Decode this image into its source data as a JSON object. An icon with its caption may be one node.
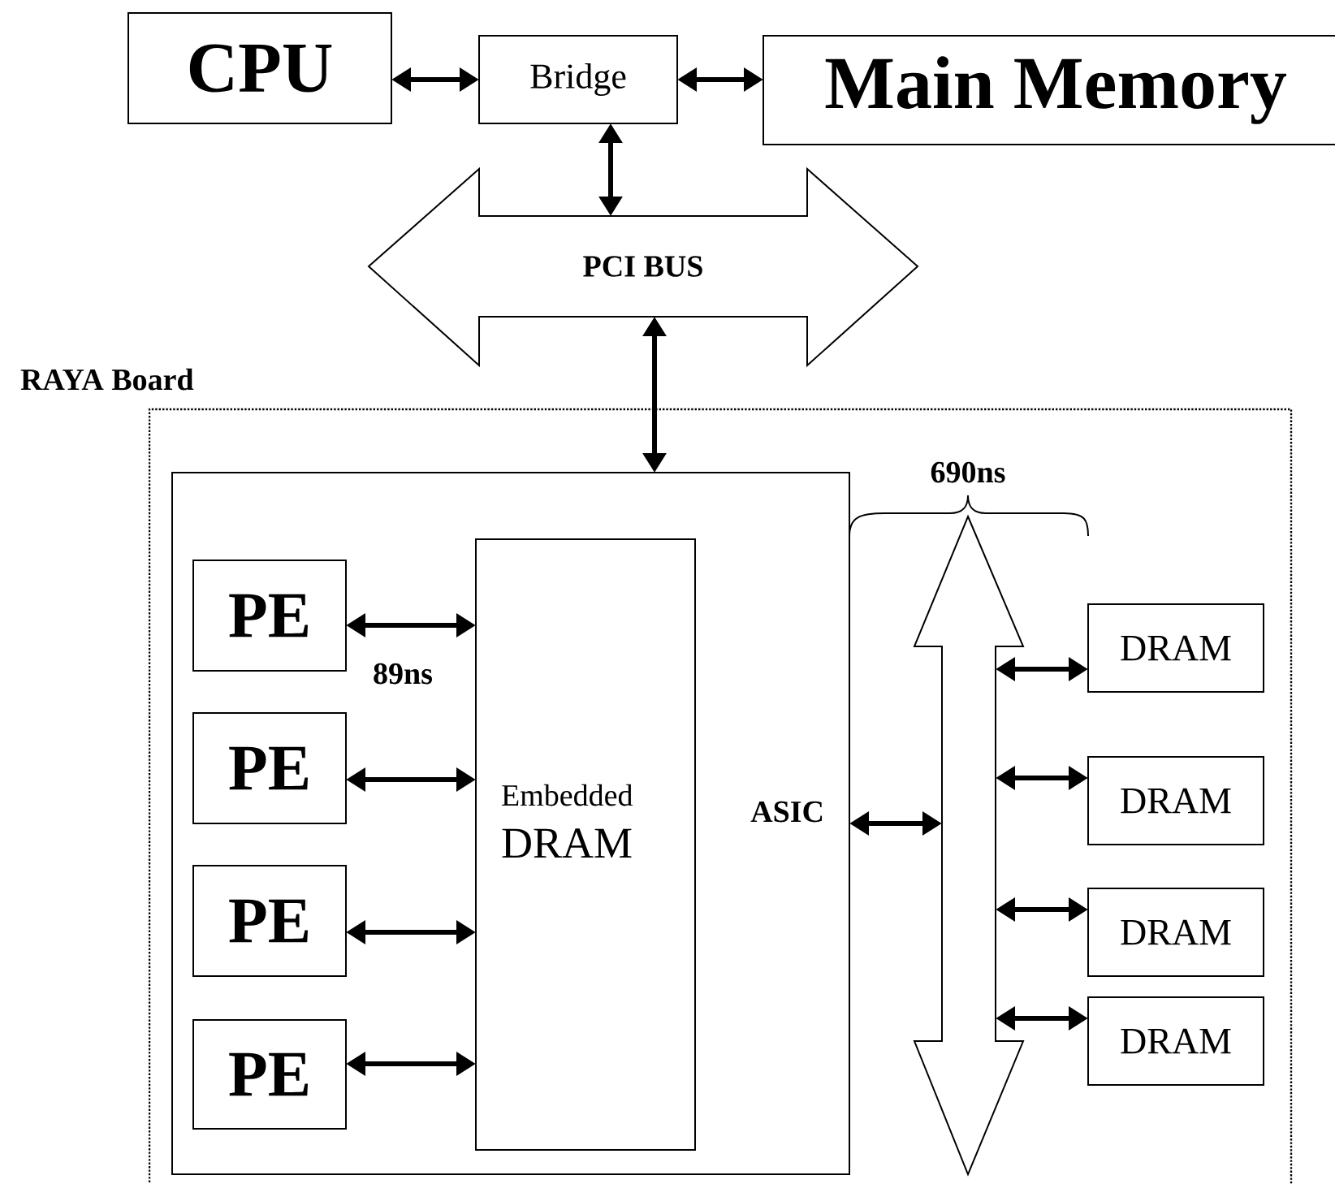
{
  "diagram": {
    "nodes": [
      {
        "text": [
          "CPU"
        ]
      },
      {
        "text": [
          "Bridge"
        ]
      },
      {
        "text": [
          "Main Memory"
        ]
      },
      {
        "text": [
          "PCI BUS"
        ]
      },
      {
        "text": [
          "RAYA Board"
        ]
      },
      {
        "text": [
          "ASIC"
        ],
        "in": 4
      },
      {
        "text": [
          "PE"
        ],
        "in": 5
      },
      {
        "text": [
          "PE"
        ],
        "in": 5
      },
      {
        "text": [
          "PE"
        ],
        "in": 5
      },
      {
        "text": [
          "PE"
        ],
        "in": 5
      },
      {
        "text": [
          "Embedded",
          "DRAM"
        ],
        "in": 5
      },
      {
        "text": [],
        "shape": "arrow",
        "in": 4
      },
      {
        "text": [
          "DRAM"
        ],
        "in": 4
      },
      {
        "text": [
          "DRAM"
        ],
        "in": 4
      },
      {
        "text": [
          "DRAM"
        ],
        "in": 4
      },
      {
        "text": [
          "DRAM"
        ],
        "in": 4
      }
    ],
    "edges": [
      {
        "from": 0,
        "to": 1,
        "arrow": "both"
      },
      {
        "from": 1,
        "to": 2,
        "arrow": "both"
      },
      {
        "from": 1,
        "to": 3,
        "arrow": "both"
      },
      {
        "from": 3,
        "to": 5,
        "arrow": "both"
      },
      {
        "from": 6,
        "to": 10,
        "arrow": "both",
        "label": "89ns"
      },
      {
        "from": 7,
        "to": 10,
        "arrow": "both"
      },
      {
        "from": 8,
        "to": 10,
        "arrow": "both"
      },
      {
        "from": 9,
        "to": 10,
        "arrow": "both"
      },
      {
        "from": 5,
        "to": 11,
        "arrow": "both"
      },
      {
        "from": 11,
        "to": 12,
        "arrow": "both"
      },
      {
        "from": 11,
        "to": 13,
        "arrow": "both"
      },
      {
        "from": 11,
        "to": 14,
        "arrow": "both"
      },
      {
        "from": 11,
        "to": 15,
        "arrow": "both"
      }
    ],
    "labels": [
      "690ns"
    ]
  }
}
